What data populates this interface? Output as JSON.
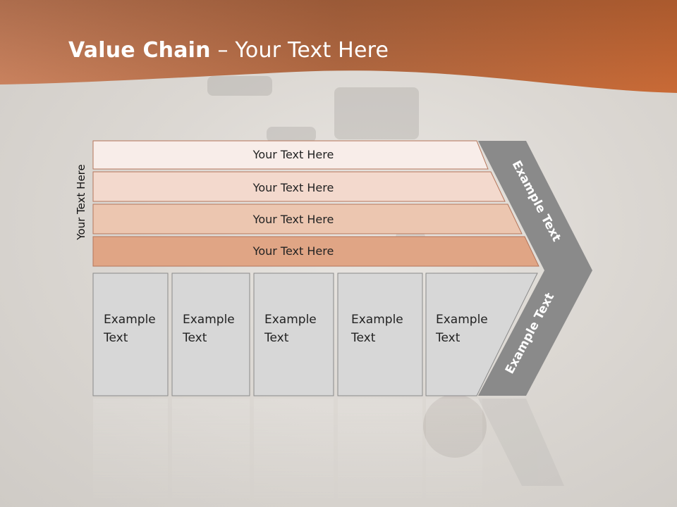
{
  "slide": {
    "title_bold": "Value Chain",
    "title_rest": " – Your Text Here",
    "side_label": "Your Text Here",
    "bands": [
      {
        "label": "Your Text Here",
        "fill": "#f8ede9"
      },
      {
        "label": "Your Text Here",
        "fill": "#f3d9cd"
      },
      {
        "label": "Your Text Here",
        "fill": "#ecc6b0"
      },
      {
        "label": "Your Text Here",
        "fill": "#e0a585"
      }
    ],
    "cells": [
      {
        "line1": "Example",
        "line2": "Text"
      },
      {
        "line1": "Example",
        "line2": "Text"
      },
      {
        "line1": "Example",
        "line2": "Text"
      },
      {
        "line1": "Example",
        "line2": "Text"
      },
      {
        "line1": "Example",
        "line2": "Text"
      }
    ],
    "chevron_top_text": "Example Text",
    "chevron_bottom_text": "Example Text"
  },
  "colors": {
    "header_start": "#cf8862",
    "header_end": "#8f4e2a",
    "cell_fill": "#d7d7d7",
    "cell_border": "#8a8a8a",
    "band_border": "#b5755a",
    "chevron": "#8a8a8a"
  }
}
